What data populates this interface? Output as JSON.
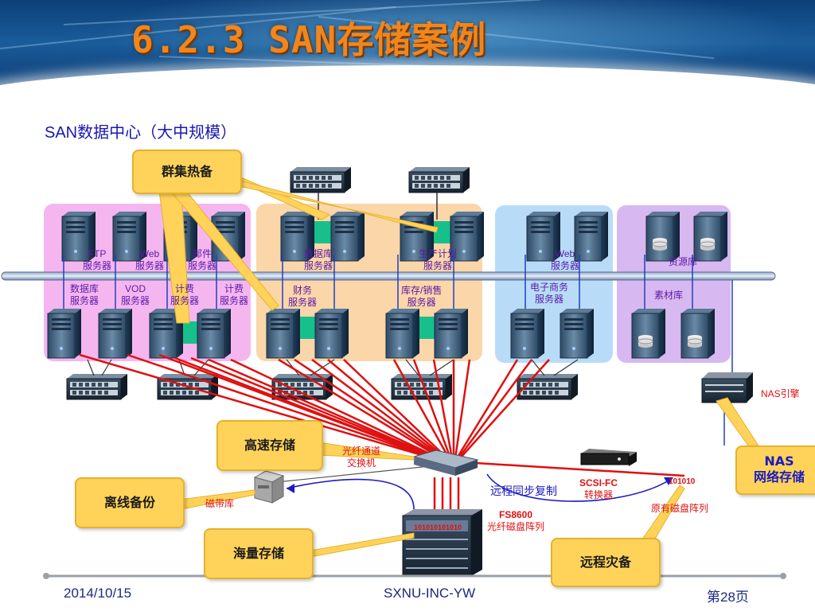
{
  "slide": {
    "title": "6.2.3 SAN存储案例",
    "subtitle": "SAN数据中心（大中规模）"
  },
  "callouts": {
    "cluster": "群集热备",
    "high_speed": "高速存储",
    "offline": "离线备份",
    "mass": "海量存储",
    "remote_dr": "远程灾备",
    "nas_line1": "NAS",
    "nas_line2": "网络存储"
  },
  "servers_top": [
    {
      "line1": "FTP",
      "line2": "服务器"
    },
    {
      "line1": "Web",
      "line2": "服务器"
    },
    {
      "line1": "邮件",
      "line2": "服务器"
    },
    {
      "line1": "数据库",
      "line2": "服务器"
    },
    {
      "line1": "生产计划",
      "line2": "服务器"
    },
    {
      "line1": "Web",
      "line2": "服务器"
    },
    {
      "line1": "资源库",
      "line2": ""
    }
  ],
  "servers_bottom": [
    {
      "line1": "数据库",
      "line2": "服务器"
    },
    {
      "line1": "VOD",
      "line2": "服务器"
    },
    {
      "line1": "计费",
      "line2": "服务器"
    },
    {
      "line1": "计费",
      "line2": "服务器"
    },
    {
      "line1": "财务",
      "line2": "服务器"
    },
    {
      "line1": "库存/销售",
      "line2": "服务器"
    },
    {
      "line1": "电子商务",
      "line2": "服务器"
    },
    {
      "line1": "素材库",
      "line2": ""
    }
  ],
  "labels": {
    "nas_engine": "NAS引擎",
    "fc_switch_line1": "光纤通道",
    "fc_switch_line2": "交换机",
    "tape": "磁带库",
    "remote_sync": "远程同步复制",
    "scsi_line1": "SCSI-FC",
    "scsi_line2": "转换器",
    "array_id": "101010",
    "orig_array": "原有磁盘阵列",
    "fs_line1": "FS8600",
    "fs_line2": "光纤磁盘阵列",
    "fs_disp": "101010101010"
  },
  "footer": {
    "date": "2014/10/15",
    "center": "SXNU-INC-YW",
    "page": "第28页"
  },
  "colors": {
    "title": "#f0861c",
    "zone_pink": "#f5b6f0",
    "zone_orange": "#fbd6a8",
    "zone_blue": "#b8dcf8",
    "zone_purple": "#d8b8f0",
    "fiber": "#e01010",
    "callout": "#ffd35a"
  }
}
